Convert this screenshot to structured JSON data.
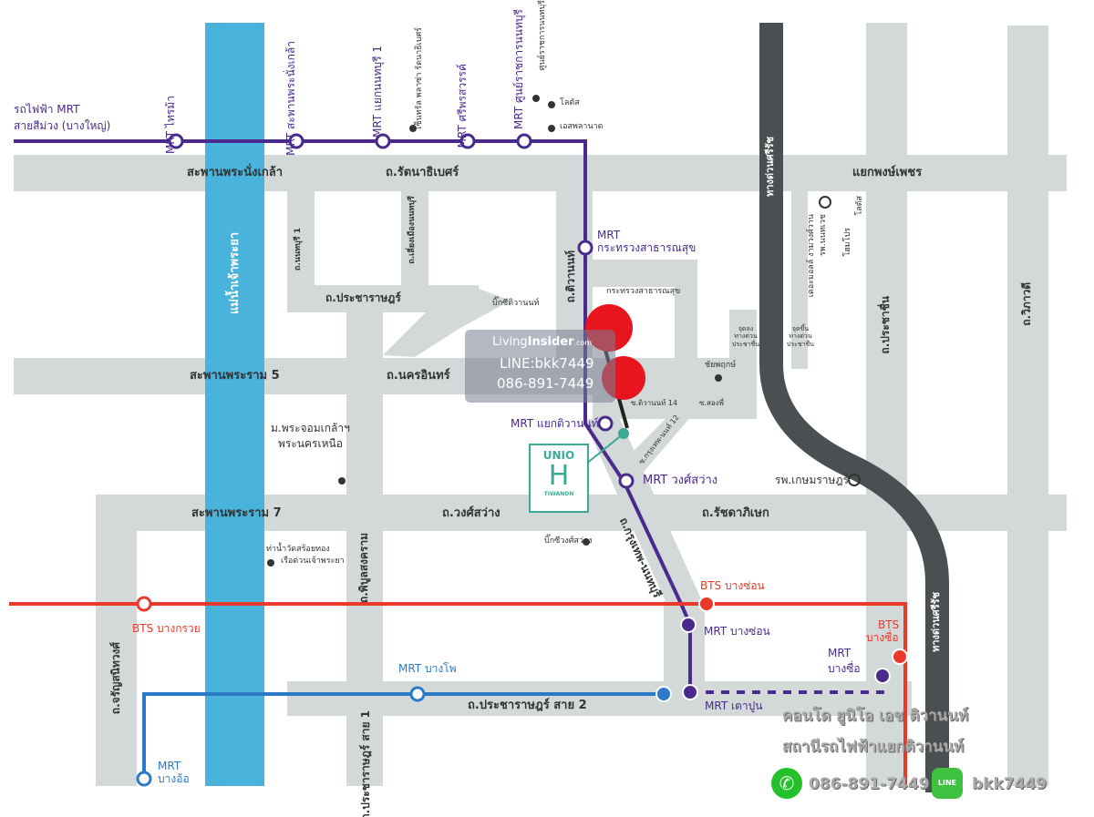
{
  "purple_line": {
    "title1": "รถไฟฟ้า MRT",
    "title2": "สายสีม่วง (บางใหญ่)"
  },
  "stations": {
    "sai_ma": "MRT ไทรม้า",
    "phra_nang_klao": "MRT สะพานพระนั่งเกล้า",
    "yaek_nonthaburi1": "MRT แยกนนทบุรี 1",
    "sri_phran": "MRT ศรีพรสวรรค์",
    "govt_center": "MRT ศูนย์ราชการนนทบุรี",
    "ministry": "MRT กระทรวงสาธารณสุข",
    "yaek_tiwanon": "MRT แยกติวานนท์",
    "wong_sawang": "MRT วงศ์สว่าง",
    "bang_son_mrt": "MRT บางซ่อน",
    "tao_poon": "MRT เตาปูน",
    "bang_sue_mrt1": "MRT",
    "bang_sue_mrt2": "บางซื่อ",
    "bang_pho": "MRT บางโพ",
    "bang_o1": "MRT",
    "bang_o2": "บางอ้อ",
    "bts_bang_son": "BTS บางซ่อน",
    "bts_bang_kruai": "BTS บางกรวย",
    "bts_bang_sue1": "BTS",
    "bts_bang_sue2": "บางซื่อ"
  },
  "roads": {
    "phra_nang_klao_bridge": "สะพานพระนั่งเกล้า",
    "rattanathibet": "ถ.รัตนาธิเบศร์",
    "yaek_pongphet": "แยกพงษ์เพชร",
    "nonthaburi1": "ถ.นนทบุรี 1",
    "bypass": "ถ.เลี่ยงเมืองนนทบุรี",
    "river": "แม่น้ำเจ้าพระยา",
    "pracharat": "ถ.ประชาราษฎร์",
    "tiwanon": "ถ.ติวานนท์",
    "expressway": "ทางด่วนศรีรัช",
    "prachachuen": "ถ.ประชาชื่น",
    "vibhavadi": "ถ.วิภาวดี",
    "rama5": "สะพานพระราม 5",
    "nakhon_in": "ถ.นครอินทร์",
    "soi14": "ซ.ติวานนท์ 14",
    "soi_song": "ซ.สองพี่",
    "soi12": "ซ.กรุงเทพ-นนท์ 12",
    "rama7": "สะพานพระราม 7",
    "wong_sawang_rd": "ถ.วงศ์สว่าง",
    "ratchadaphisek": "ถ.รัชดาภิเษก",
    "pibulsongkram": "ถ.พิบูลสงคราม",
    "krungthep_nonthaburi": "ถ.กรุงเทพ-นนทบุรี",
    "charansanitwong": "ถ.จรัญสนิทวงศ์",
    "pracharat2": "ถ.ประชาราษฎร์ สาย 2",
    "pracharat1": "ถ.ประชาราษฎร์ สาย 1",
    "expressway2": "ทางด่วนศรีรัช"
  },
  "places": {
    "central": "เซ็นทรัล พลาซ่า รัตนาธิเบศร์",
    "govt_center": "ศูนย์ราชการนนทบุรี",
    "lotus": "โลตัส",
    "esplanade": "เอสพลานาด",
    "bigc_tiwanon": "บิ๊กซีติวานนท์",
    "ministry": "กระทรวงสาธารณสุข",
    "nonthavej": "รพ.นนทเวช",
    "the_mall": "เดอะมอลล์ งามวงศ์วาน",
    "homepro": "โฮมโปร",
    "lotus2": "โลตัส",
    "exit_down": "จุดลง ทางด่วน ประชาชื่น",
    "exit_up": "จุดขึ้น ทางด่วน ประชาชื่น",
    "chaiyaphruek": "ชัยพฤกษ์",
    "kmutnb1": "ม.พระจอมเกล้าฯ",
    "kmutnb2": "พระนครเหนือ",
    "kasemrad": "รพ.เกษมราษฎร์",
    "bigc_wong": "บิ๊กซีวงศ์สว่าง",
    "pier1": "ท่าน้ำวัดสร้อยทอง",
    "pier2": "เรือด่วนเจ้าพระยา"
  },
  "watermark": {
    "brand1": "Living",
    "brand2": "Insider",
    "brand3": ".com",
    "line": "LINE:bkk7449",
    "phone": "086-891-7449"
  },
  "project_logo": {
    "name": "UNIO",
    "letter": "H",
    "sub": "TIWANON"
  },
  "footer": {
    "title": "คอนโด ยูนิโอ เอช ติวานนท์",
    "subtitle": "สถานีรถไฟฟ้าแยกติวานนท์",
    "phone": "086-891-7449",
    "line_label": "LINE",
    "line_id": "bkk7449"
  },
  "colors": {
    "road": "#d3d8d8",
    "river": "#4ab3dc",
    "expressway": "#4a4f52",
    "purple": "#4a2a8c",
    "red": "#e8392b",
    "blue": "#2a7ac8",
    "pin": "#e8141e"
  }
}
